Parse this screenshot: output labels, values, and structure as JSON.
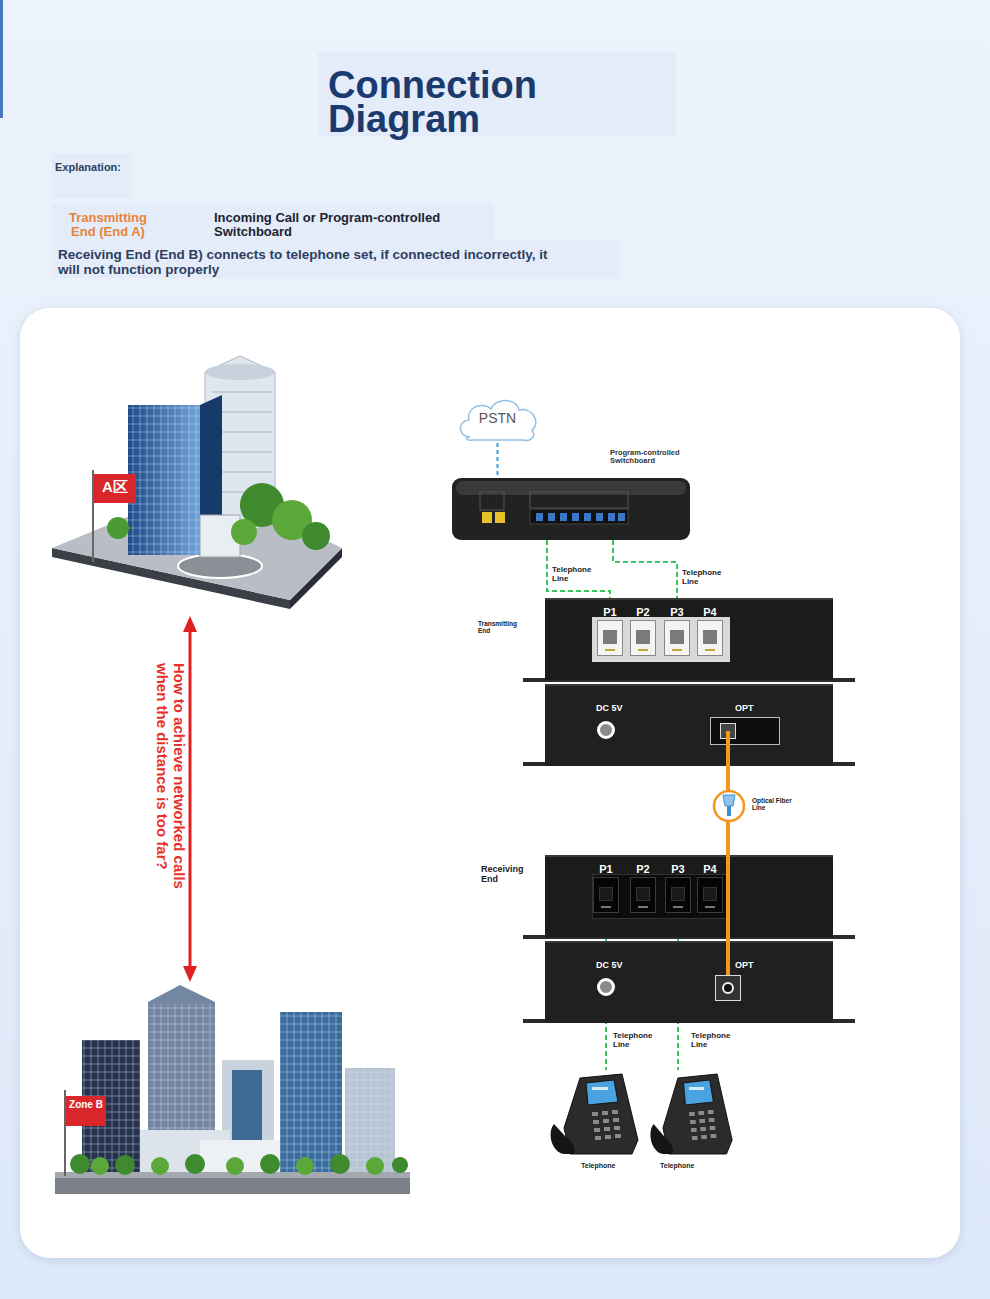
{
  "diagram": {
    "title": "Connection Diagram",
    "nodes": [
      {
        "text": [
          "PSTN"
        ]
      },
      {
        "text": [
          "Program-controlled Switchboard"
        ]
      },
      {
        "text": [
          "Transmitting End",
          "DC 5V",
          "OPT"
        ]
      },
      {
        "text": [
          "P1"
        ],
        "in": 2
      },
      {
        "text": [
          "P2"
        ],
        "in": 2
      },
      {
        "text": [
          "P3"
        ],
        "in": 2
      },
      {
        "text": [
          "P4"
        ],
        "in": 2
      },
      {
        "text": [
          "Receiving End",
          "DC 5V",
          "OPT"
        ]
      },
      {
        "text": [
          "P1"
        ],
        "in": 7
      },
      {
        "text": [
          "P2"
        ],
        "in": 7
      },
      {
        "text": [
          "P3"
        ],
        "in": 7
      },
      {
        "text": [
          "P4"
        ],
        "in": 7
      },
      {
        "text": [
          "Telephone"
        ]
      },
      {
        "text": [
          "Telephone"
        ]
      }
    ],
    "edges": [
      {
        "from": 0,
        "to": 1,
        "arrow": "none"
      },
      {
        "from": 1,
        "to": 3,
        "label": "Telephone Line",
        "arrow": "none"
      },
      {
        "from": 1,
        "to": 5,
        "label": "Telephone Line",
        "arrow": "none"
      },
      {
        "from": 2,
        "to": 7,
        "label": "Optical Fiber Line",
        "arrow": "none"
      },
      {
        "from": 8,
        "to": 12,
        "label": "Telephone Line",
        "arrow": "none"
      },
      {
        "from": 10,
        "to": 13,
        "label": "Telephone Line",
        "arrow": "none"
      }
    ],
    "labels": [
      "Explanation:",
      "Transmitting End (End A)",
      "Incoming Call or Program-controlled Switchboard",
      "Receiving End (End B) connects to telephone set, if connected incorrectly, it will not function properly",
      "A区",
      "How to achieve networked calls when the distance is too far?",
      "Zone B"
    ]
  }
}
